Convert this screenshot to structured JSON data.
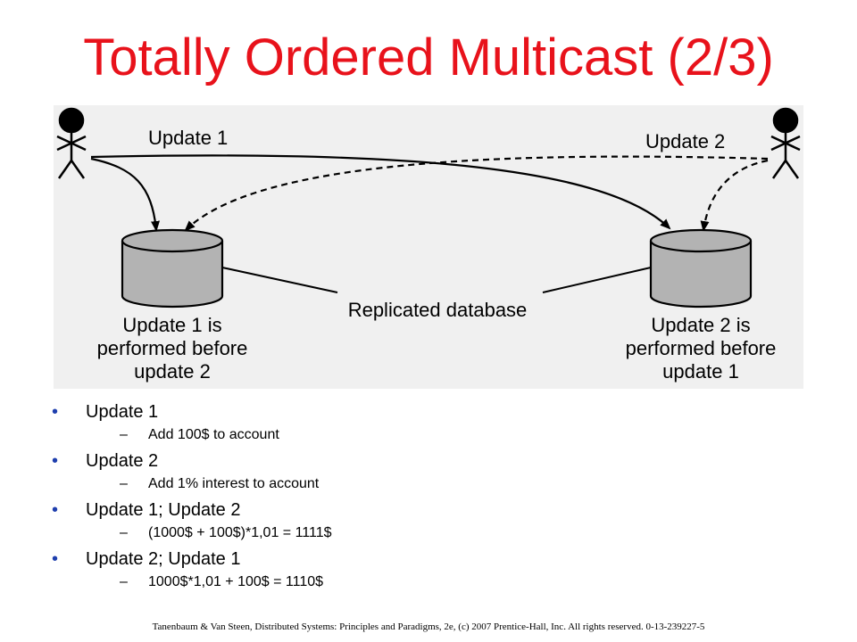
{
  "slide": {
    "title": "Totally Ordered Multicast (2/3)",
    "footer": "Tanenbaum & Van Steen, Distributed Systems: Principles and Paradigms, 2e, (c) 2007 Prentice-Hall, Inc. All rights reserved. 0-13-239227-5"
  },
  "diagram": {
    "update1_label": "Update 1",
    "update2_label": "Update 2",
    "replicated_label": "Replicated database",
    "left_caption": [
      "Update 1 is",
      "performed before",
      "update 2"
    ],
    "right_caption": [
      "Update 2 is",
      "performed before",
      "update 1"
    ]
  },
  "bullets": [
    {
      "text": "Update 1",
      "sub": "Add 100$ to account"
    },
    {
      "text": "Update 2",
      "sub": "Add 1% interest to account"
    },
    {
      "text": "Update 1; Update 2",
      "sub": "(1000$ + 100$)*1,01 = 1111$"
    },
    {
      "text": "Update 2; Update 1",
      "sub": "1000$*1,01 + 100$ = 1110$"
    }
  ]
}
